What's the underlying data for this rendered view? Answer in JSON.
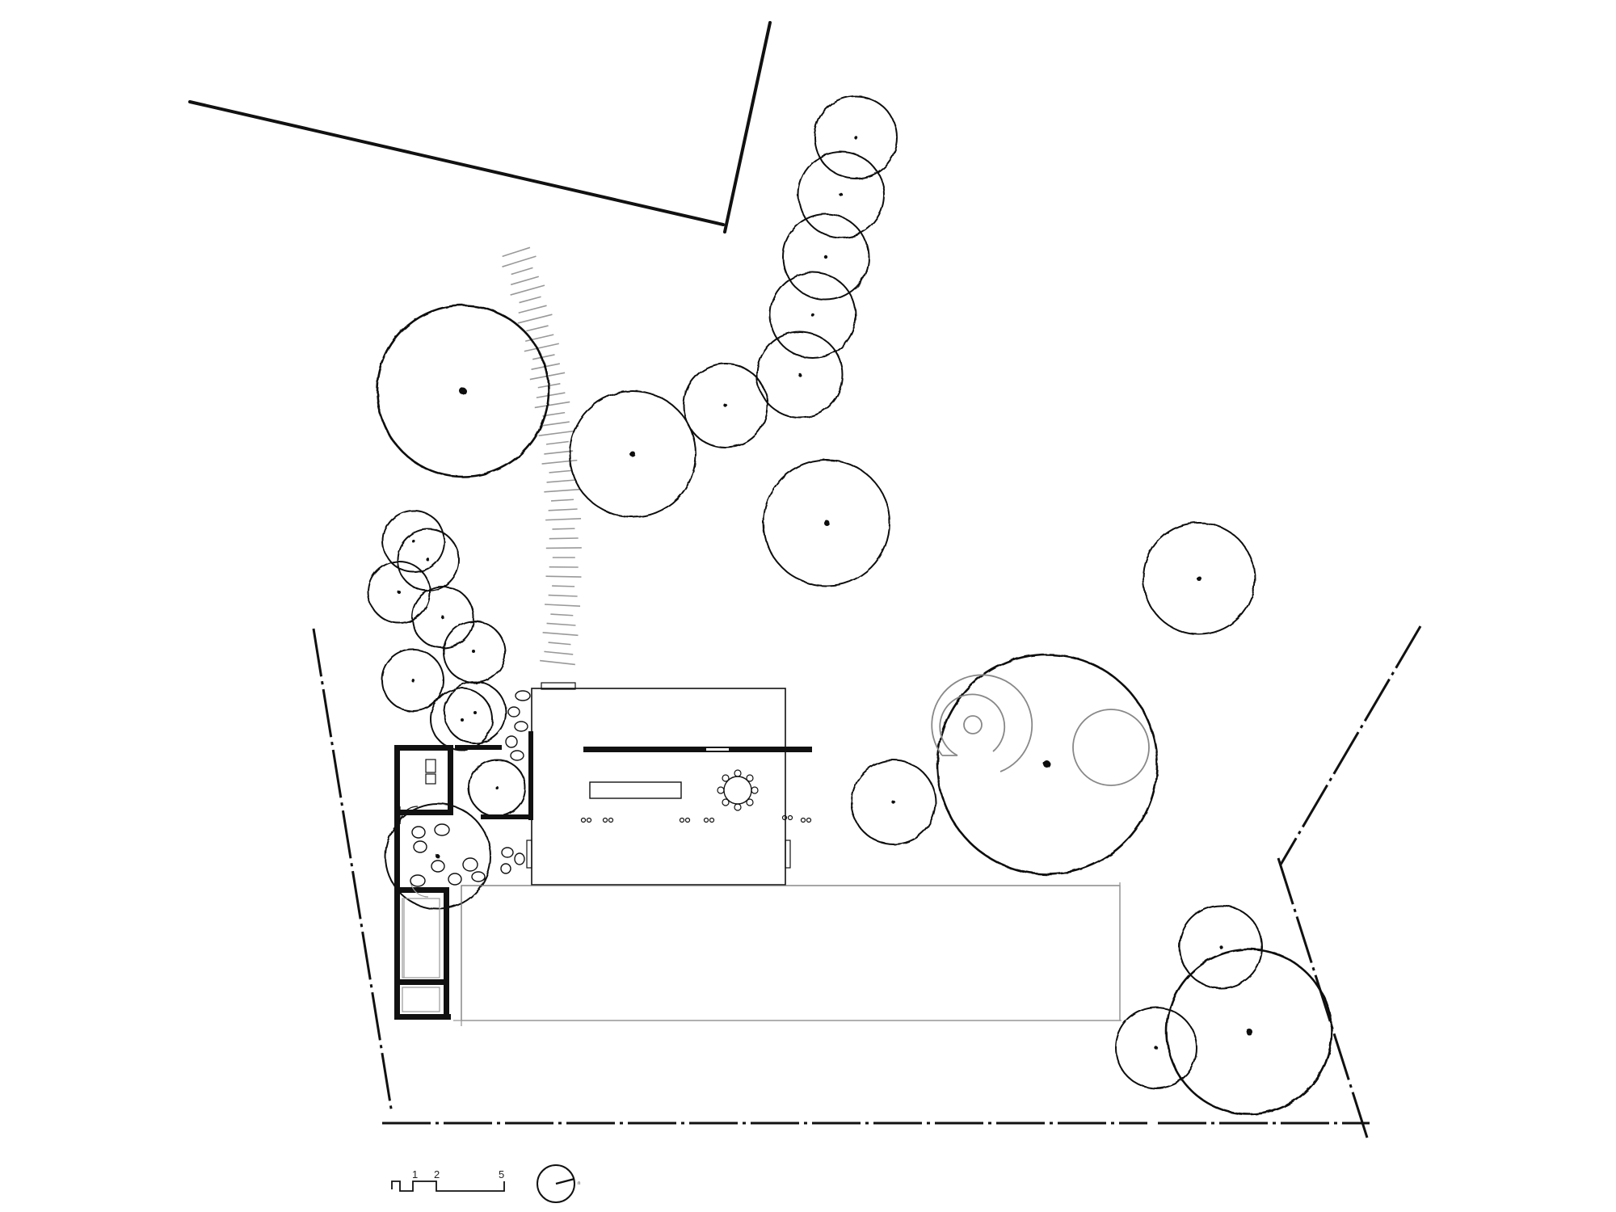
{
  "drawing": {
    "type": "site plan",
    "ink_color": "#111111",
    "light_ink_color": "#888888",
    "background_color": "#ffffff"
  },
  "scale_bar": {
    "labels": [
      "1",
      "2",
      "5"
    ]
  },
  "north_arrow": {
    "label": "n"
  }
}
